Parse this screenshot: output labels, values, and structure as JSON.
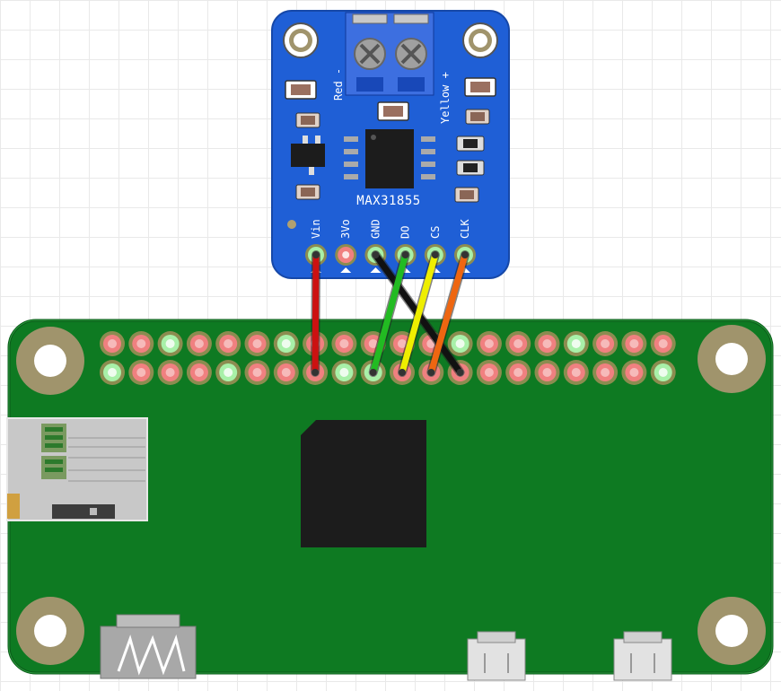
{
  "sensor": {
    "chip_label": "MAX31855",
    "terminal_labels": {
      "red": "Red -",
      "yellow": "Yellow +"
    },
    "pins": [
      "Vin",
      "3Vo",
      "GND",
      "DO",
      "CS",
      "CLK"
    ]
  },
  "wires": [
    {
      "from": "Vin",
      "color": "#cc1111"
    },
    {
      "from": "GND",
      "color": "#111111"
    },
    {
      "from": "DO",
      "color": "#22bb22"
    },
    {
      "from": "CS",
      "color": "#eeee00"
    },
    {
      "from": "CLK",
      "color": "#ee6611"
    }
  ],
  "colors": {
    "sensor_board": "#1f5fd6",
    "pi_board": "#0e7a22",
    "pin_red": "#f08080",
    "pin_green": "#a8f0a8",
    "mount_hole": "#a0946c",
    "soc_chip": "#1c1c1c"
  }
}
